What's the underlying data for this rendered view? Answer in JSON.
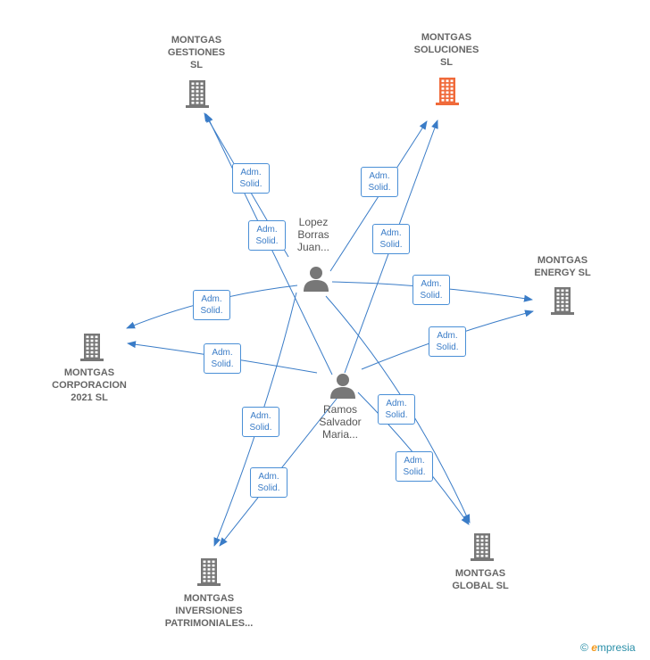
{
  "nodes": {
    "gestiones": {
      "line1": "MONTGAS",
      "line2": "GESTIONES",
      "line3": "SL",
      "kind": "company",
      "color": "#777777"
    },
    "soluciones": {
      "line1": "MONTGAS",
      "line2": "SOLUCIONES",
      "line3": "SL",
      "kind": "company",
      "color": "#f06a3a"
    },
    "energy": {
      "line1": "MONTGAS",
      "line2": "ENERGY  SL",
      "kind": "company",
      "color": "#777777"
    },
    "corporacion": {
      "line1": "MONTGAS",
      "line2": "CORPORACION",
      "line3": "2021  SL",
      "kind": "company",
      "color": "#777777"
    },
    "inversiones": {
      "line1": "MONTGAS",
      "line2": "INVERSIONES",
      "line3": "PATRIMONIALES...",
      "kind": "company",
      "color": "#777777"
    },
    "global": {
      "line1": "MONTGAS",
      "line2": "GLOBAL  SL",
      "kind": "company",
      "color": "#777777"
    },
    "lopez": {
      "line1": "Lopez",
      "line2": "Borras",
      "line3": "Juan...",
      "kind": "person",
      "color": "#777777"
    },
    "ramos": {
      "line1": "Ramos",
      "line2": "Salvador",
      "line3": "Maria...",
      "kind": "person",
      "color": "#777777"
    }
  },
  "edge_label": {
    "line1": "Adm.",
    "line2": "Solid."
  },
  "edge_color": "#3a7cc7",
  "footer": {
    "copyright": "©",
    "brand_e": "e",
    "brand_rest": "mpresia"
  }
}
